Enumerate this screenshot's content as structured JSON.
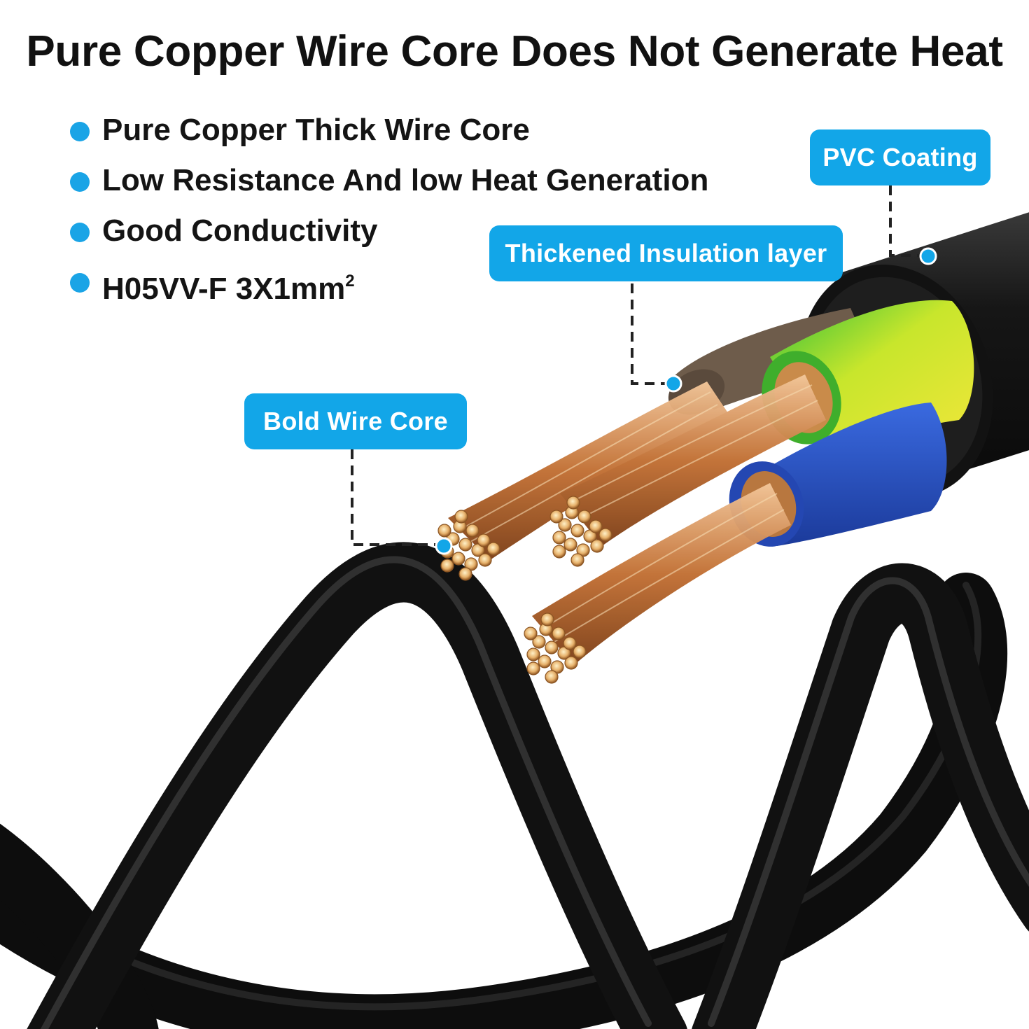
{
  "title": "Pure Copper Wire Core Does Not Generate Heat",
  "features": [
    {
      "text": "Pure Copper Thick Wire Core"
    },
    {
      "text": "Low Resistance And low Heat Generation"
    },
    {
      "text": "Good Conductivity"
    },
    {
      "text": "H05VV-F 3X1mm",
      "superscript": "2"
    }
  ],
  "callouts": {
    "pvc": "PVC Coating",
    "insulation": "Thickened Insulation layer",
    "core": "Bold Wire Core"
  },
  "colors": {
    "accent": "#12a6e8",
    "cable_sheath": "#1a1a1a",
    "copper": "#c8783c",
    "wire_brown": "#6b5a4a",
    "wire_green_yellow": "#b7dd2a",
    "wire_blue": "#2a4fbf"
  }
}
